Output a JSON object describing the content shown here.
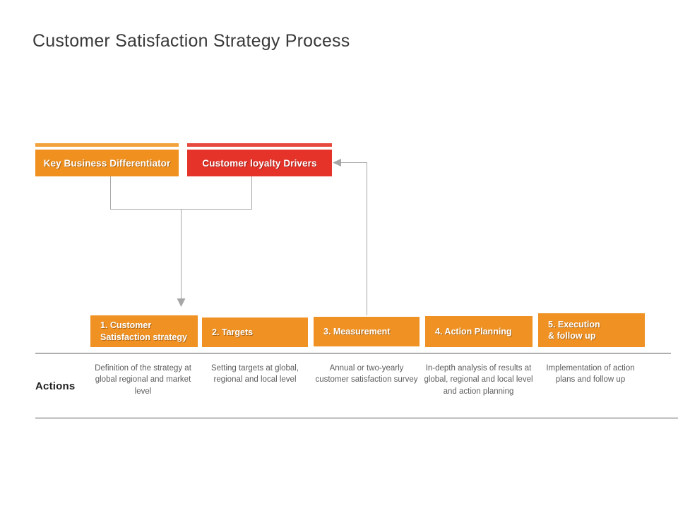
{
  "slide": {
    "title": "Customer Satisfaction Strategy Process",
    "background": "#FFFFFF"
  },
  "colors": {
    "orange": "#EF9123",
    "orange_accent": "#F2A23C",
    "red": "#E63329",
    "red_accent": "#E8493E",
    "connector_gray": "#A6A6A6",
    "divider_gray": "#58585A",
    "body_text": "#5C5C5C",
    "title_text": "#3A3A3A"
  },
  "drivers": [
    {
      "id": "key-business-differentiator",
      "label": "Key Business Differentiator",
      "color": "#EF9123"
    },
    {
      "id": "customer-loyalty-drivers",
      "label": "Customer loyalty Drivers",
      "color": "#E63329"
    }
  ],
  "steps": [
    {
      "number": "1.",
      "label": "1.  Customer\n     Satisfaction strategy"
    },
    {
      "number": "2.",
      "label": "2.  Targets"
    },
    {
      "number": "3.",
      "label": "3.  Measurement"
    },
    {
      "number": "4.",
      "label": "4.   Action Planning"
    },
    {
      "number": "5.",
      "label": "5.   Execution\n      & follow up"
    }
  ],
  "actions": {
    "label": "Actions",
    "items": [
      "Definition of the strategy at global regional and market level",
      "Setting targets at global, regional and local level",
      "Annual or two-yearly customer satisfaction survey",
      "In-depth analysis of results at global, regional and local level and action planning",
      "Implementation of action plans and follow up"
    ]
  }
}
